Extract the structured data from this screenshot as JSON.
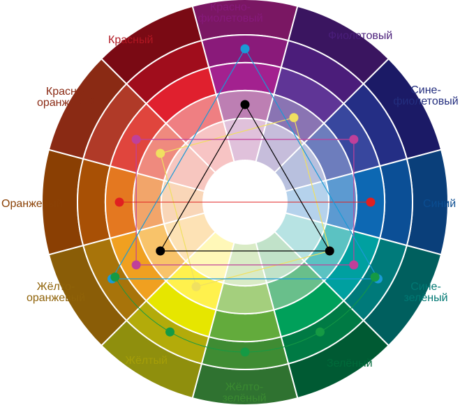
{
  "segments": [
    {
      "label": [
        "Красно-",
        "фиолетовый"
      ],
      "colors": [
        "#7a1763",
        "#8a1a7a",
        "#a3218f",
        "#bd7fb3",
        "#e0c1db"
      ],
      "label_color": "#86197a"
    },
    {
      "label": [
        "Фиолетовый"
      ],
      "colors": [
        "#3a1560",
        "#4b1d7a",
        "#5f3596",
        "#8a74b3",
        "#c6bddb"
      ],
      "label_color": "#4a1e7a"
    },
    {
      "label": [
        "Сине-",
        "фиолетовый"
      ],
      "colors": [
        "#1b1a66",
        "#242e85",
        "#38479e",
        "#6d7dbd",
        "#b8c0de"
      ],
      "label_color": "#232e7e"
    },
    {
      "label": [
        "Синий"
      ],
      "colors": [
        "#0a3f7a",
        "#0b4f96",
        "#0d68b3",
        "#5c9ad1",
        "#b5d2ec"
      ],
      "label_color": "#0b4d91"
    },
    {
      "label": [
        "Сине-",
        "зелёный"
      ],
      "colors": [
        "#005f5e",
        "#007a7a",
        "#00a0a0",
        "#5bc2c2",
        "#b7e3e3"
      ],
      "label_color": "#007873"
    },
    {
      "label": [
        "Зелёный"
      ],
      "colors": [
        "#005a33",
        "#007a44",
        "#00a05a",
        "#69bf8b",
        "#c1e2c9"
      ],
      "label_color": "#006a3a"
    },
    {
      "label": [
        "Жёлто-",
        "зелёный"
      ],
      "colors": [
        "#2f7230",
        "#3f8c33",
        "#63ab3c",
        "#a4cf7d",
        "#d9ebc6"
      ],
      "label_color": "#3a8a30"
    },
    {
      "label": [
        "Жёлтый"
      ],
      "colors": [
        "#8f8f0d",
        "#b3ab0a",
        "#e6e600",
        "#fff14d",
        "#fff8b8"
      ],
      "label_color": "#a59e08"
    },
    {
      "label": [
        "Жёлто-",
        "оранжевый"
      ],
      "colors": [
        "#8a5d07",
        "#a8740a",
        "#f0a020",
        "#f8c36a",
        "#fde2b5"
      ],
      "label_color": "#8f6208"
    },
    {
      "label": [
        "Оранжевый"
      ],
      "colors": [
        "#8a3f03",
        "#a85005",
        "#e47820",
        "#f2a56a",
        "#f9d6b8"
      ],
      "label_color": "#8a4105"
    },
    {
      "label": [
        "Красно-",
        "оранжевый"
      ],
      "colors": [
        "#8a2a14",
        "#b03a28",
        "#e0453d",
        "#ef8a7e",
        "#f7c6bf"
      ],
      "label_color": "#8a2a14"
    },
    {
      "label": [
        "Красный"
      ],
      "colors": [
        "#7a0a14",
        "#a00d1c",
        "#e0202e",
        "#ef7f82",
        "#f7c4c4"
      ],
      "label_color": "#b01722"
    }
  ],
  "triangles": [
    {
      "color": "#000000",
      "segments": [
        0,
        4,
        8
      ],
      "ring": 3
    },
    {
      "color": "#1a9ad6",
      "segments": [
        0,
        4,
        8
      ],
      "ring": 1
    }
  ],
  "rectangles": [
    {
      "color": "#c0409a",
      "segments": [
        10,
        2,
        4,
        8
      ],
      "ring": 2
    }
  ],
  "lines": [
    {
      "color": "#e02020",
      "segments": [
        9,
        3
      ],
      "ring": 2
    }
  ],
  "yellow_pairs": [
    {
      "color": "#f0e060",
      "segments": [
        10,
        1,
        4,
        7
      ],
      "ring": 3
    }
  ],
  "green_dots": {
    "color": "#159a44",
    "segments": [
      6,
      5,
      7,
      4,
      8
    ],
    "ring": 1
  }
}
